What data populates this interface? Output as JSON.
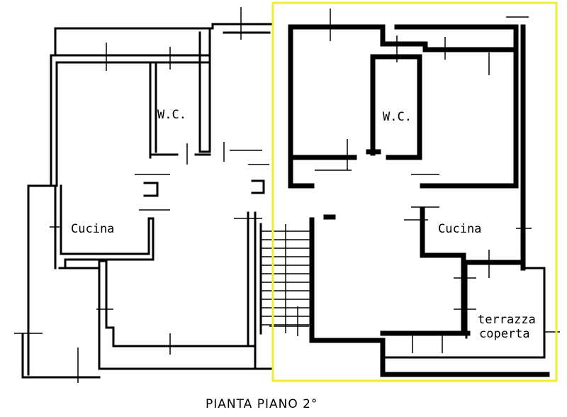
{
  "plan": {
    "title": "PIANTA PIANO 2°",
    "highlight_color": "#f2ea3c",
    "rooms": {
      "wc_left": "W.C.",
      "wc_right": "W.C.",
      "cucina_left": "Cucina",
      "cucina_right": "Cucina",
      "terrazza_line1": "terrazza",
      "terrazza_line2": "coperta"
    }
  }
}
